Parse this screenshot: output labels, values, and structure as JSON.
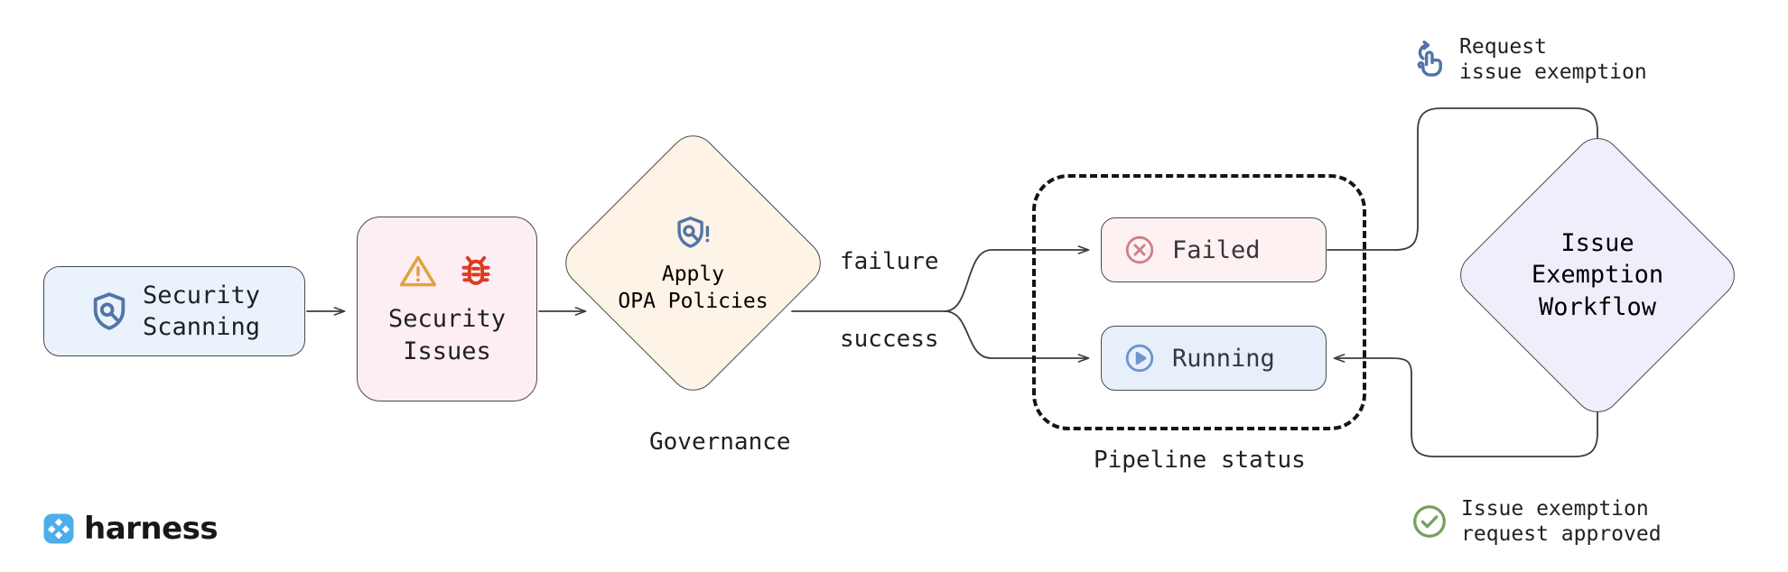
{
  "diagram": {
    "title": "Harness security scanning governance and issue exemption workflow",
    "background": "#ffffff"
  },
  "nodes": {
    "security_scanning": {
      "label": "Security\nScanning",
      "icon": "shield-search-icon",
      "fill": "#eaf3fb",
      "stroke": "#4a4a4f",
      "icon_color": "#5274a8"
    },
    "security_issues": {
      "label": "Security\nIssues",
      "icons": [
        "warning-triangle-icon",
        "bug-icon"
      ],
      "fill": "#fdeef4",
      "stroke": "#4a4a4f",
      "warning_color": "#e0a33f",
      "bug_color": "#dc3b22"
    },
    "governance": {
      "label": "Apply\nOPA Policies",
      "caption": "Governance",
      "icon": "shield-policy-alert-icon",
      "fill": "#fdf3e6",
      "stroke": "#4a4a4f",
      "icon_color": "#5274a8"
    },
    "pipeline_group": {
      "caption": "Pipeline status",
      "stroke": "#151515",
      "style": "dashed"
    },
    "status_failed": {
      "label": "Failed",
      "icon": "circle-x-icon",
      "fill": "#fdf1f2",
      "stroke": "#4a4a4f",
      "icon_color": "#cc8186"
    },
    "status_running": {
      "label": "Running",
      "icon": "circle-play-icon",
      "fill": "#e6effa",
      "stroke": "#4a4a4f",
      "icon_color": "#6f93cf"
    },
    "exemption_workflow": {
      "label": "Issue\nExemption\nWorkflow",
      "fill": "#f1eefb",
      "stroke": "#4a4a4f"
    }
  },
  "edges": {
    "failure_label": "failure",
    "success_label": "success",
    "stroke": "#3c3c40"
  },
  "annotations": {
    "request": {
      "line1": "Request",
      "line2": "issue exemption",
      "icon": "click-hand-icon",
      "icon_color": "#5274a8"
    },
    "approved": {
      "line1": "Issue exemption",
      "line2": "request approved",
      "icon": "check-circle-icon",
      "icon_color": "#77a05e"
    }
  },
  "branding": {
    "wordmark": "harness",
    "logo_icon": "harness-logo-icon",
    "logo_color": "#4dadeb"
  }
}
